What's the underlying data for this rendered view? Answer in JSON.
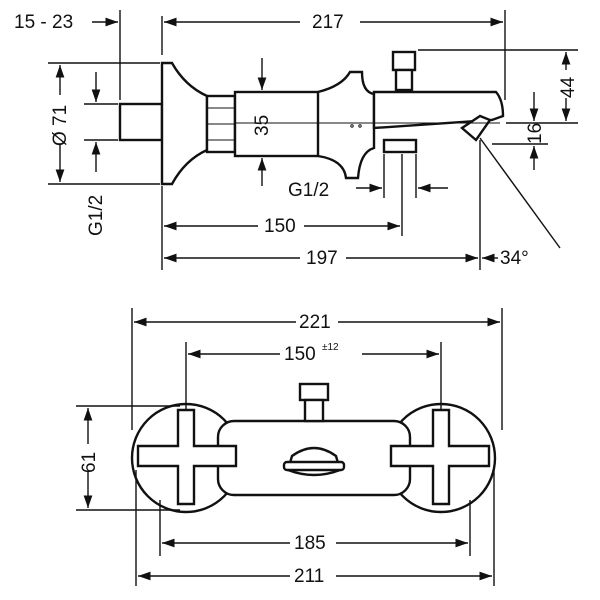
{
  "side_view": {
    "dim_wall_offset": "15 - 23",
    "dim_total_length": "217",
    "dim_diameter": "Ø 71",
    "dim_thread_left": "G1/2",
    "dim_body": "35",
    "dim_thread_bottom": "G1/2",
    "dim_150": "150",
    "dim_197": "197",
    "dim_height_44": "44",
    "dim_16": "16",
    "dim_angle": "34°"
  },
  "front_view": {
    "dim_221": "221",
    "dim_150_base": "150",
    "dim_150_tol": "±12",
    "dim_61": "61",
    "dim_185": "185",
    "dim_211": "211"
  }
}
